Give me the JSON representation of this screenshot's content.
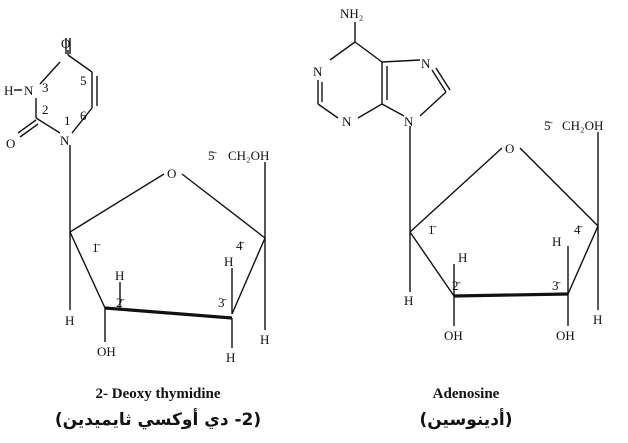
{
  "thymidine": {
    "atoms": {
      "o_top": "O",
      "o_left": "O",
      "h_n": "H",
      "n3": "N",
      "n1": "N",
      "n_pos_3": "3",
      "pos_2": "2",
      "pos_1": "1",
      "pos_5": "5",
      "pos_6": "6",
      "ring_o": "O",
      "ch2oh": "CH₂OH",
      "c5_label": "5̄",
      "c1_label": "1̄",
      "c2_label": "2̄",
      "c3_label": "3̄",
      "c4_label": "4̄",
      "h_c1": "H",
      "h_c2_up": "H",
      "h_c3_up": "H",
      "h_c3_down": "H",
      "h_c4": "H",
      "oh_c2": "OH"
    },
    "caption_en": "2- Deoxy thymidine",
    "caption_ar": "(2- دي أوكسي ثايميدين)"
  },
  "adenosine": {
    "atoms": {
      "nh2": "NH₂",
      "n_left": "N",
      "n_bottom": "N",
      "n_top_right": "N",
      "n_nine": "N",
      "ring_o": "O",
      "ch2oh": "CH₂OH",
      "c5_label": "5̄",
      "c1_label": "1̄",
      "c2_label": "2̄",
      "c3_label": "3̄",
      "c4_label": "4̄",
      "h_c1": "H",
      "h_c2": "H",
      "h_c3": "H",
      "h_c4": "H",
      "oh_c2": "OH",
      "oh_c3": "OH"
    },
    "caption_en": "Adenosine",
    "caption_ar": "(أدينوسين)"
  }
}
